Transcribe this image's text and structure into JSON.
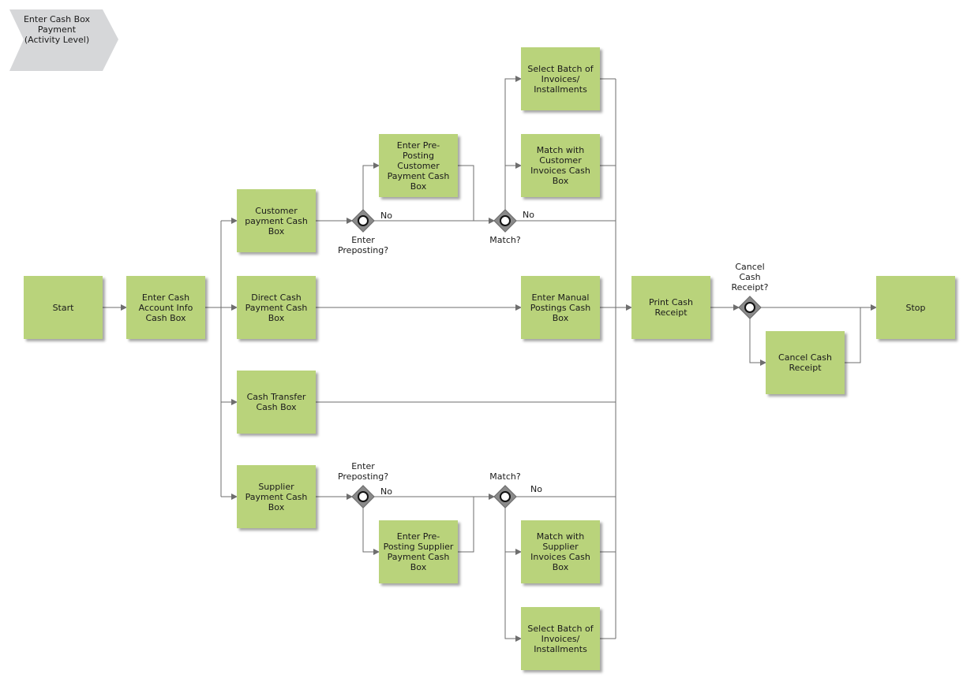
{
  "banner": {
    "title": "Enter Cash Box\nPayment\n(Activity Level)"
  },
  "boxes": {
    "start": "Start",
    "enter_cash": "Enter Cash\nAccount Info\nCash Box",
    "customer_payment": "Customer\npayment Cash\nBox",
    "direct_cash": "Direct Cash\nPayment Cash\nBox",
    "cash_transfer": "Cash Transfer\nCash Box",
    "supplier_payment": "Supplier\nPayment Cash\nBox",
    "enter_preposting_customer": "Enter Pre-\nPosting\nCustomer\nPayment Cash\nBox",
    "enter_preposting_supplier": "Enter Pre-\nPosting Supplier\nPayment Cash\nBox",
    "select_batch_top": "Select Batch of\nInvoices/\nInstallments",
    "match_customer": "Match with\nCustomer\nInvoices Cash\nBox",
    "enter_manual": "Enter Manual\nPostings Cash\nBox",
    "match_supplier": "Match with\nSupplier\nInvoices Cash\nBox",
    "select_batch_bottom": "Select Batch of\nInvoices/\nInstallments",
    "print_receipt": "Print Cash\nReceipt",
    "cancel_receipt": "Cancel Cash\nReceipt",
    "stop": "Stop"
  },
  "gateways": {
    "enter_preposting_top": "Enter\nPreposting?",
    "match_top": "Match?",
    "enter_preposting_bottom": "Enter\nPreposting?",
    "match_bottom": "Match?",
    "cancel_receipt": "Cancel\nCash\nReceipt?"
  },
  "edge_labels": {
    "no": "No"
  },
  "colors": {
    "box_fill": "#b9d37b",
    "line": "#6e6e6e",
    "gateway": "#8a8a8a",
    "banner": "#d6d7d9"
  }
}
